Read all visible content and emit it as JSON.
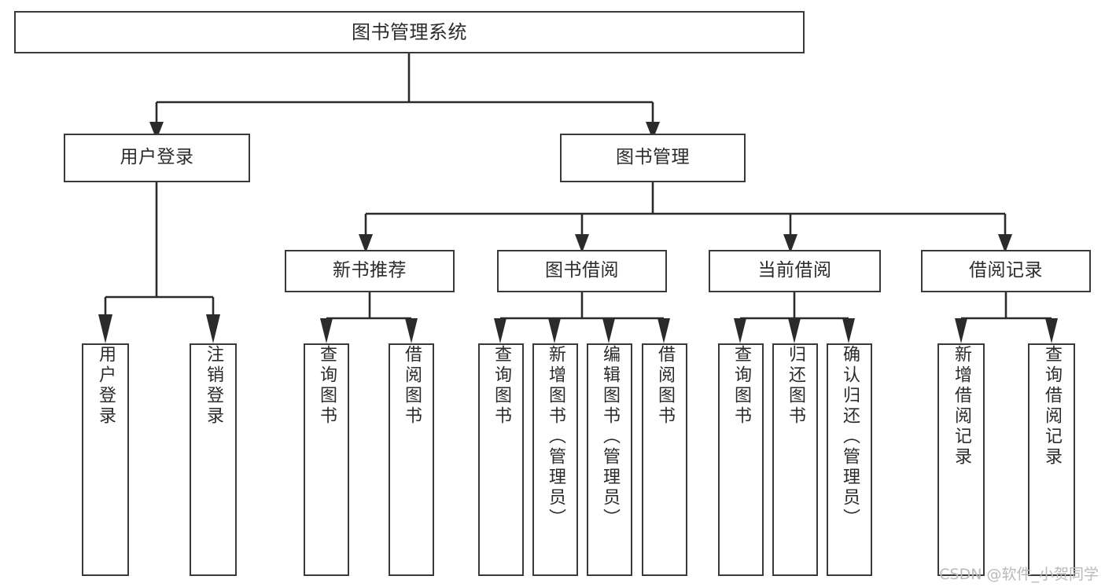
{
  "diagram": {
    "type": "tree-hierarchy",
    "title": "图书管理系统",
    "orientation": "top-down",
    "colors": {
      "box_border": "#3a3a3a",
      "box_fill": "#ffffff",
      "connector": "#2b2b2b",
      "text": "#2b2b2b",
      "watermark": "#b9b9b9",
      "background": "#ffffff"
    },
    "nodes": {
      "root": {
        "label": "图书管理系统"
      },
      "level2": [
        {
          "id": "user-login",
          "label": "用户登录"
        },
        {
          "id": "book-manage",
          "label": "图书管理"
        }
      ],
      "level3": [
        {
          "id": "new-book-recommend",
          "label": "新书推荐"
        },
        {
          "id": "book-borrow",
          "label": "图书借阅"
        },
        {
          "id": "current-borrow",
          "label": "当前借阅"
        },
        {
          "id": "borrow-record",
          "label": "借阅记录"
        }
      ],
      "leaves": {
        "user-login": [
          {
            "id": "leaf-user-login",
            "label": "用户登录"
          },
          {
            "id": "leaf-user-logout",
            "label": "注销登录"
          }
        ],
        "new-book-recommend": [
          {
            "id": "leaf-query-book-1",
            "label": "查询图书"
          },
          {
            "id": "leaf-borrow-book-1",
            "label": "借阅图书"
          }
        ],
        "book-borrow": [
          {
            "id": "leaf-query-book-2",
            "label": "查询图书"
          },
          {
            "id": "leaf-add-book",
            "label": "新增图书（管理员）"
          },
          {
            "id": "leaf-edit-book",
            "label": "编辑图书（管理员）"
          },
          {
            "id": "leaf-borrow-book-2",
            "label": "借阅图书"
          }
        ],
        "current-borrow": [
          {
            "id": "leaf-query-book-3",
            "label": "查询图书"
          },
          {
            "id": "leaf-return-book",
            "label": "归还图书"
          },
          {
            "id": "leaf-confirm-return",
            "label": "确认归还（管理员）"
          }
        ],
        "borrow-record": [
          {
            "id": "leaf-add-record",
            "label": "新增借阅记录"
          },
          {
            "id": "leaf-query-record",
            "label": "查询借阅记录"
          }
        ]
      }
    },
    "watermark": "CSDN @软件_小贺同学"
  }
}
